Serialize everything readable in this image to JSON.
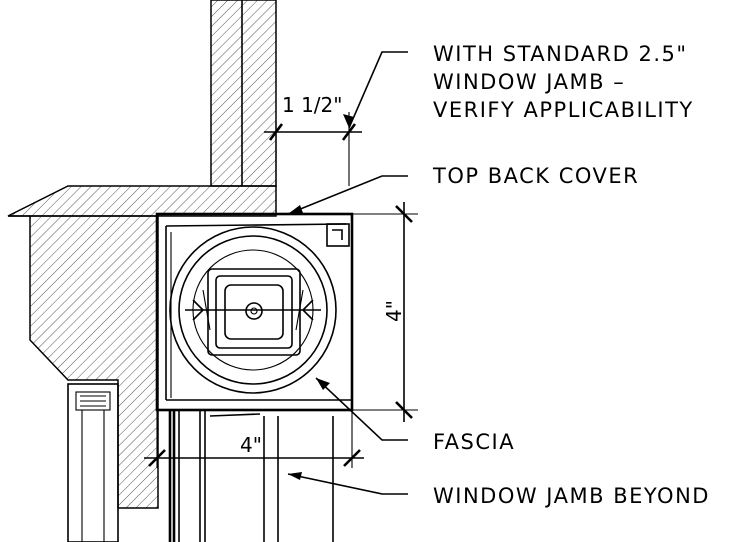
{
  "labels": {
    "jamb_line1": "WITH STANDARD 2.5\"",
    "jamb_line2": "WINDOW JAMB –",
    "jamb_line3": "VERIFY APPLICABILITY",
    "top_back_cover": "TOP BACK COVER",
    "fascia": "FASCIA",
    "window_jamb_beyond": "WINDOW JAMB BEYOND"
  },
  "dimensions": {
    "jamb_offset": "1 1/2\"",
    "height": "4\"",
    "width": "4\""
  }
}
